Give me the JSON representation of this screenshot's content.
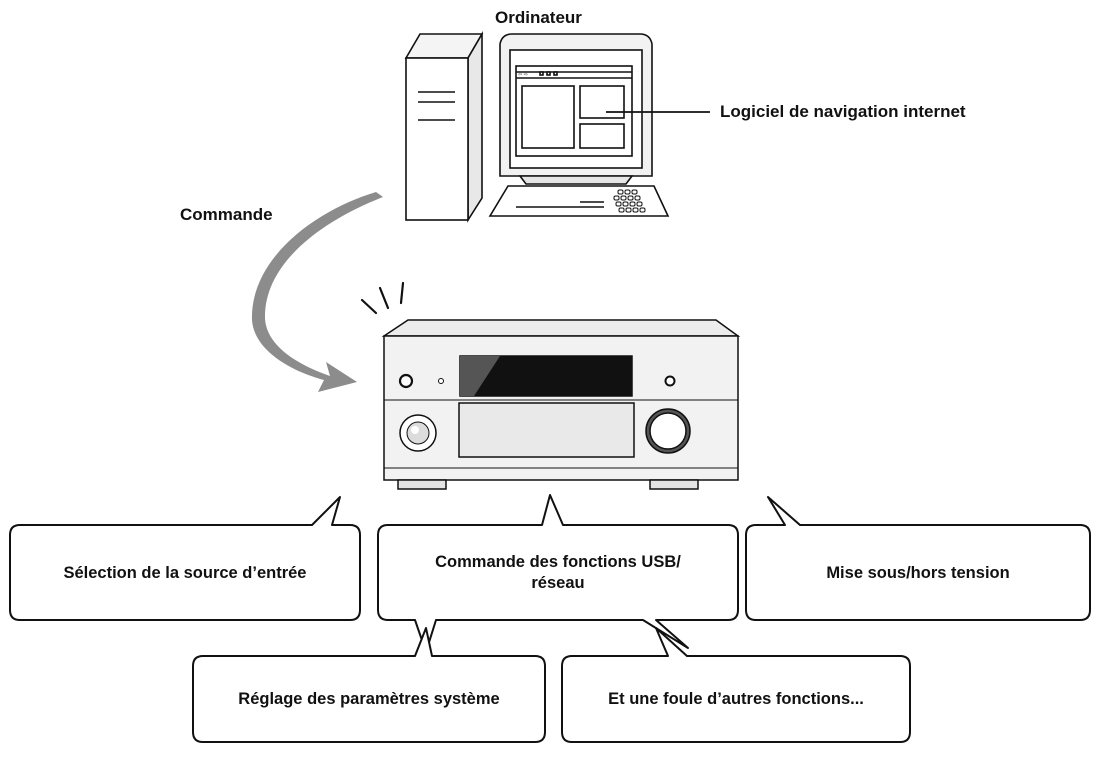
{
  "computer": {
    "title": "Ordinateur",
    "browser_label": "Logiciel de navigation internet"
  },
  "control_label": "Commande",
  "callouts": {
    "input_source": "Sélection de la source d’entrée",
    "usb_network_line1": "Commande des fonctions USB/",
    "usb_network_line2": "réseau",
    "power": "Mise sous/hors tension",
    "system_params": "Réglage des paramètres système",
    "other_functions": "Et une foule d’autres fonctions..."
  },
  "icons": [
    "desktop-computer-icon",
    "keyboard-icon",
    "av-receiver-icon",
    "curved-arrow-icon",
    "signal-lines-icon"
  ]
}
